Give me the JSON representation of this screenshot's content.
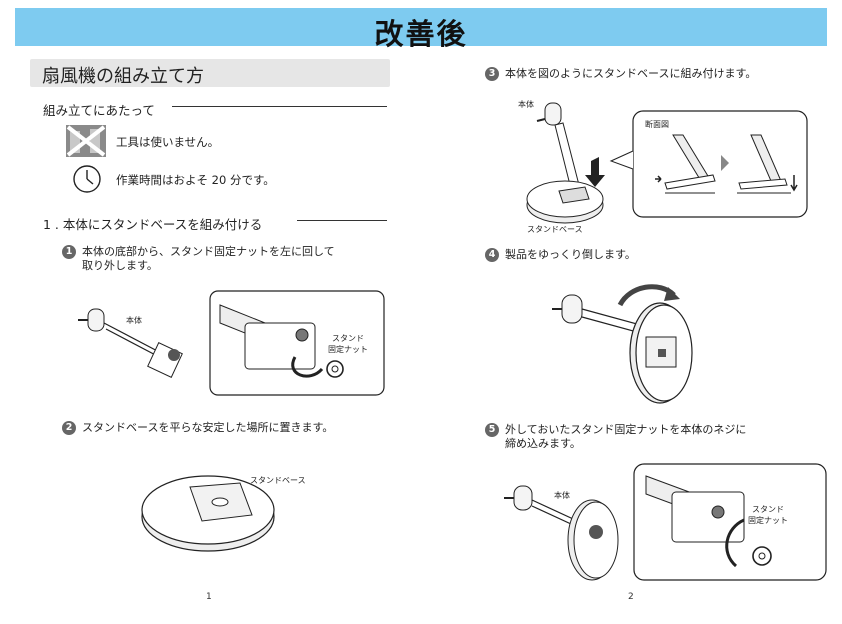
{
  "banner": {
    "title": "改善後"
  },
  "page1": {
    "title": "扇風機の組み立て方",
    "section_intro": "組み立てにあたって",
    "note_tools": "工具は使いません。",
    "note_time": "作業時間はおよそ 20 分です。",
    "section1": "1 . 本体にスタンドベースを組み付ける",
    "step1": {
      "num": "1",
      "line1": "本体の底部から、スタンド固定ナットを左に回して",
      "line2": "取り外します。"
    },
    "step1_labels": {
      "body": "本体",
      "nut_line1": "スタンド",
      "nut_line2": "固定ナット"
    },
    "step2": {
      "num": "2",
      "text": "スタンドベースを平らな安定した場所に置きます。"
    },
    "step2_labels": {
      "base": "スタンドベース"
    },
    "page_number": "1"
  },
  "page2": {
    "step3": {
      "num": "3",
      "text": "本体を図のようにスタンドベースに組み付けます。"
    },
    "step3_labels": {
      "body": "本体",
      "section_view": "断面図",
      "base": "スタンドベース"
    },
    "step4": {
      "num": "4",
      "text": "製品をゆっくり倒します。"
    },
    "step5": {
      "num": "5",
      "line1": "外しておいたスタンド固定ナットを本体のネジに",
      "line2": "締め込みます。"
    },
    "step5_labels": {
      "body": "本体",
      "nut_line1": "スタンド",
      "nut_line2": "固定ナット"
    },
    "page_number": "2"
  },
  "icons": {
    "tools": "no-tools-icon",
    "clock": "clock-icon"
  },
  "colors": {
    "banner": "#7ecbf0",
    "title_bar": "#e6e6e6",
    "step_badge": "#666666"
  }
}
